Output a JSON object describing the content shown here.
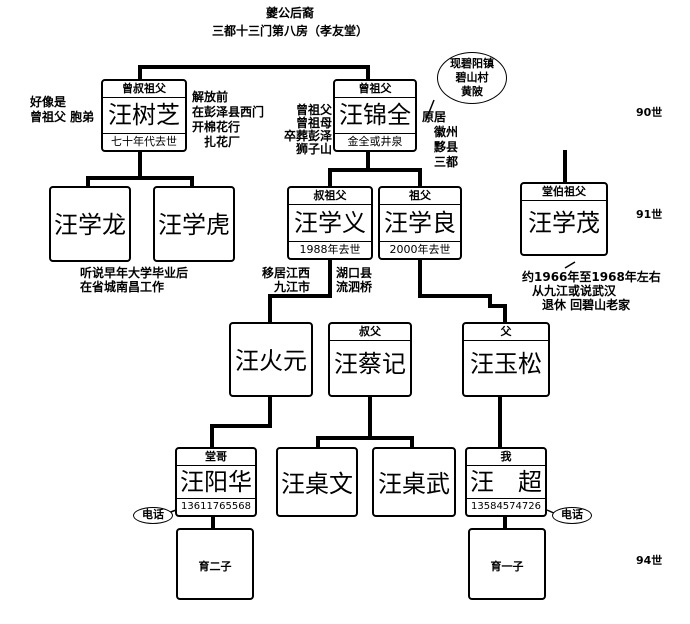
{
  "header": {
    "line1": "夔公后裔",
    "line2": "三都十三门第八房（孝友堂）"
  },
  "generations": {
    "g90": "90世",
    "g91": "91世",
    "g94": "94世"
  },
  "people": {
    "shuzhi": {
      "role": "曾叔祖父",
      "name": "汪树芝",
      "note": "七十年代去世"
    },
    "jinquan": {
      "role": "曾祖父",
      "name": "汪锦全",
      "note": "金全或井泉"
    },
    "xuelong": {
      "name": "汪学龙"
    },
    "xuehu": {
      "name": "汪学虎"
    },
    "xueyi": {
      "role": "叔祖父",
      "name": "汪学义",
      "note": "1988年去世"
    },
    "xueliang": {
      "role": "祖父",
      "name": "汪学良",
      "note": "2000年去世"
    },
    "xuemao": {
      "role": "堂伯祖父",
      "name": "汪学茂"
    },
    "huoyuan": {
      "name": "汪火元"
    },
    "caiji": {
      "role": "叔父",
      "name": "汪蔡记"
    },
    "yusong": {
      "role": "父",
      "name": "汪玉松"
    },
    "yanghua": {
      "role": "堂哥",
      "name": "汪阳华",
      "note": "13611765568"
    },
    "zhuowen": {
      "name": "汪桌文"
    },
    "zhuowu": {
      "name": "汪桌武"
    },
    "chao": {
      "role": "我",
      "name": "汪　超",
      "note": "13584574726"
    },
    "child1": {
      "name": "育二子"
    },
    "child2": {
      "name": "育一子"
    }
  },
  "annotations": {
    "a1": [
      "好像是",
      "曾祖父 胞弟"
    ],
    "a2": [
      "解放前",
      "在彭泽县西门",
      "开棉花行",
      "扎花厂"
    ],
    "a3": [
      "曾祖父",
      "曾祖母",
      "卒葬彭泽",
      "狮子山"
    ],
    "bubble": [
      "现碧阳镇",
      "碧山村",
      "黄陂"
    ],
    "a4": [
      "原居",
      "徽州",
      "黟县",
      "三都"
    ],
    "a5": [
      "听说早年大学毕业后",
      "在省城南昌工作"
    ],
    "a6": [
      "移居江西",
      "九江市"
    ],
    "a7": [
      "湖口县",
      "流泗桥"
    ],
    "a8": [
      "约1966年至1968年左右",
      "从九江或说武汉",
      "退休 回碧山老家"
    ]
  },
  "phone_label": "电话"
}
